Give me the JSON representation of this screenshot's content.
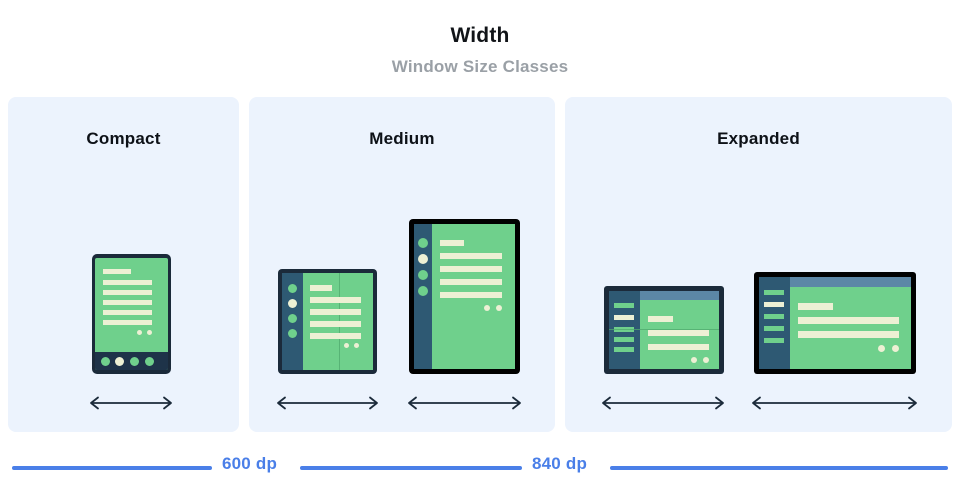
{
  "header": {
    "title": "Width",
    "subtitle": "Window Size Classes"
  },
  "panels": [
    {
      "key": "compact",
      "label": "Compact"
    },
    {
      "key": "medium",
      "label": "Medium"
    },
    {
      "key": "expanded",
      "label": "Expanded"
    }
  ],
  "scale": {
    "breakpoints": [
      {
        "label": "600 dp"
      },
      {
        "label": "840 dp"
      }
    ]
  },
  "colors": {
    "panel_background": "#ecf3fd",
    "page_background": "#ffffff",
    "title_text": "#111418",
    "subtitle_text": "#9aa0a6",
    "device_screen_green": "#6FD08C",
    "device_content_cream": "#EDF0D4",
    "device_rail_navy": "#2E5973",
    "device_frame_dark": "#1B2A3A",
    "device_frame_black": "#000000",
    "device_topbar_blue": "#5C87A6",
    "accent_blue": "#4A7FE8",
    "arrow_color": "#1B2A3A"
  },
  "devices": {
    "compact_phone": {
      "name": "phone",
      "orientation": "portrait",
      "nav": "bottom-bar",
      "nav_items": 4,
      "selected_index": 1
    },
    "medium_foldable": {
      "name": "foldable-unfolded",
      "orientation": "portrait",
      "nav": "left-rail-dots",
      "nav_items": 4,
      "selected_index": 1,
      "fold_line": true
    },
    "medium_tablet": {
      "name": "tablet",
      "orientation": "portrait",
      "nav": "left-rail-dots",
      "nav_items": 4,
      "selected_index": 1
    },
    "expanded_foldable": {
      "name": "foldable-landscape",
      "orientation": "landscape",
      "nav": "left-drawer-bars",
      "nav_items": 5,
      "selected_index": 1
    },
    "expanded_tablet": {
      "name": "tablet-landscape",
      "orientation": "landscape",
      "nav": "left-drawer-bars",
      "nav_items": 5,
      "selected_index": 1
    }
  }
}
